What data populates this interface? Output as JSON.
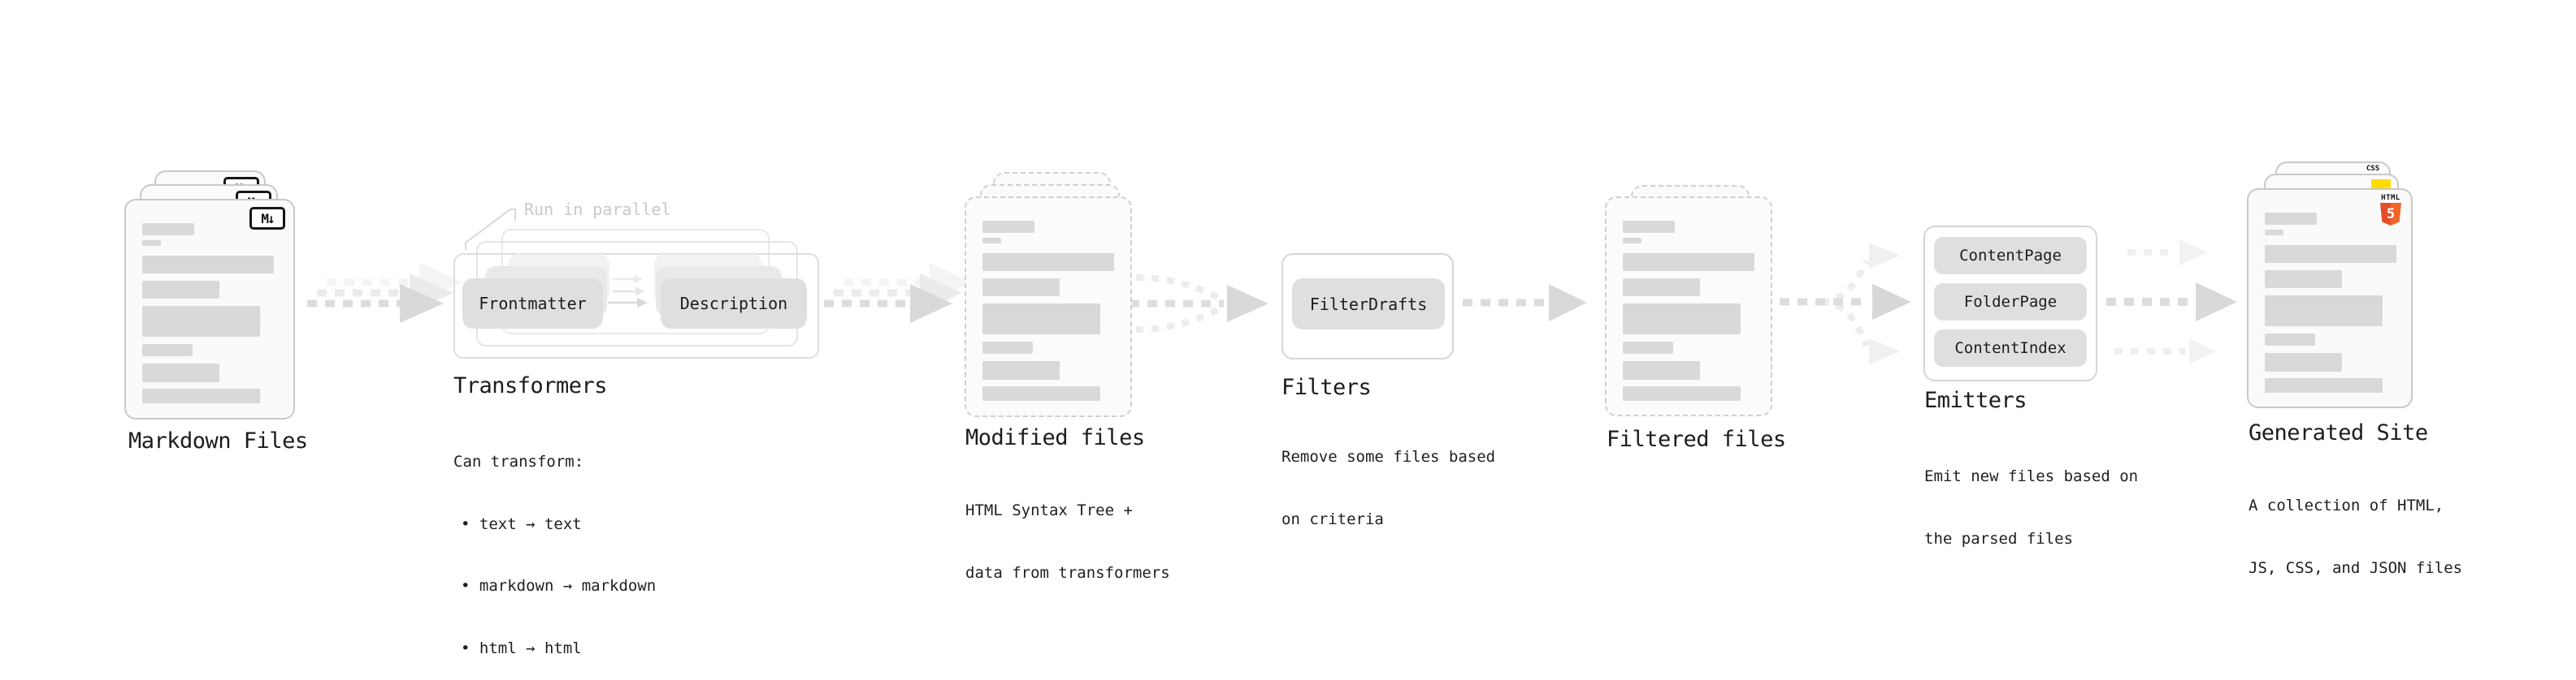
{
  "stages": {
    "markdown_files": {
      "title": "Markdown Files",
      "badge": "M↓"
    },
    "transformers": {
      "title": "Transformers",
      "annotation": "Run in parallel",
      "pill_left": "Frontmatter",
      "pill_right": "Description",
      "subtitle": "Can transform:",
      "bullets": [
        "• text → text",
        "• markdown → markdown",
        "• html → html"
      ]
    },
    "modified_files": {
      "title": "Modified files",
      "subtitle_line1": "HTML Syntax Tree +",
      "subtitle_line2": "data from transformers"
    },
    "filters": {
      "title": "Filters",
      "pill": "FilterDrafts",
      "subtitle_line1": "Remove some files based",
      "subtitle_line2": "on criteria"
    },
    "filtered_files": {
      "title": "Filtered files"
    },
    "emitters": {
      "title": "Emitters",
      "pills": [
        "ContentPage",
        "FolderPage",
        "ContentIndex"
      ],
      "subtitle_line1": "Emit new files based on",
      "subtitle_line2": "the parsed files"
    },
    "generated_site": {
      "title": "Generated Site",
      "subtitle_line1": "A collection of HTML,",
      "subtitle_line2": "JS, CSS, and JSON files",
      "css_badge": "CSS",
      "html_badge_word": "HTML",
      "html_badge_number": "5"
    }
  },
  "colors": {
    "canvas_bg": "#ffffff",
    "card_bg": "#fafafa",
    "card_border": "#c9c9c9",
    "bar_fill": "#d9d9d9",
    "pill_bg": "#dfdfdf",
    "arrow_main": "#dcdcdc",
    "arrow_head": "#d9d9d9",
    "arrow_ghost": "#eeeeee",
    "annotation": "#c9c9c9",
    "text": "#1c1c1c",
    "css_blue": "#2f68f1",
    "js_yellow": "#ffdd00",
    "html5_orange_a": "#e44d26",
    "html5_orange_b": "#f16529"
  }
}
